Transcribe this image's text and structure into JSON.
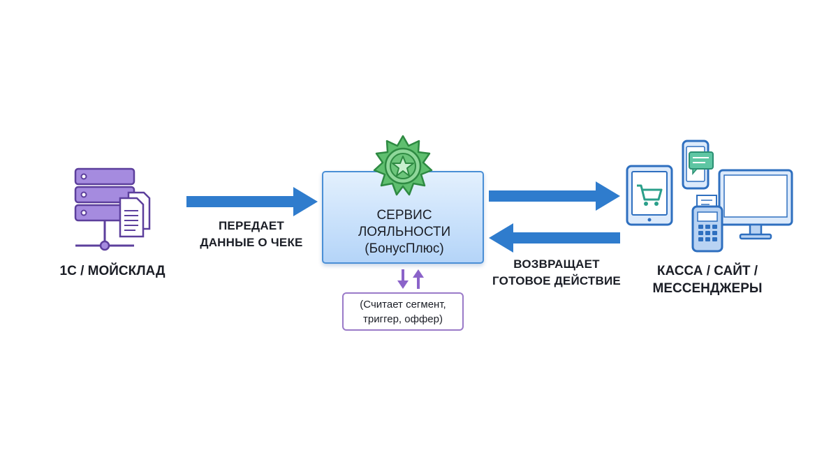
{
  "diagram": {
    "source": {
      "label": "1С / МОЙСКЛАД",
      "icon": "server-with-documents-icon",
      "color": "#8b6bd2"
    },
    "arrow_send": {
      "lines": [
        "ПЕРЕДАЕТ",
        "ДАННЫЕ О ЧЕКЕ"
      ]
    },
    "service": {
      "lines": [
        "СЕРВИС",
        "ЛОЯЛЬНОСТИ",
        "(БонусПлюс)"
      ],
      "badge_icon": "star-badge-icon",
      "badge_color": "#3fae5a",
      "box_color": "#c9e1fb"
    },
    "note": {
      "lines": [
        "(Считает сегмент,",
        "триггер, оффер)"
      ],
      "arrows_icon": "up-down-arrows-icon",
      "color": "#9a7ac8"
    },
    "arrow_return": {
      "lines": [
        "ВОЗВРАЩАЕТ",
        "ГОТОВОЕ ДЕЙСТВИЕ"
      ]
    },
    "target": {
      "lines": [
        "КАССА / САЙТ /",
        "МЕССЕНДЖЕРЫ"
      ],
      "icon": "devices-icon",
      "color": "#3d7fce"
    },
    "arrow_color": "#2f7ccd"
  }
}
